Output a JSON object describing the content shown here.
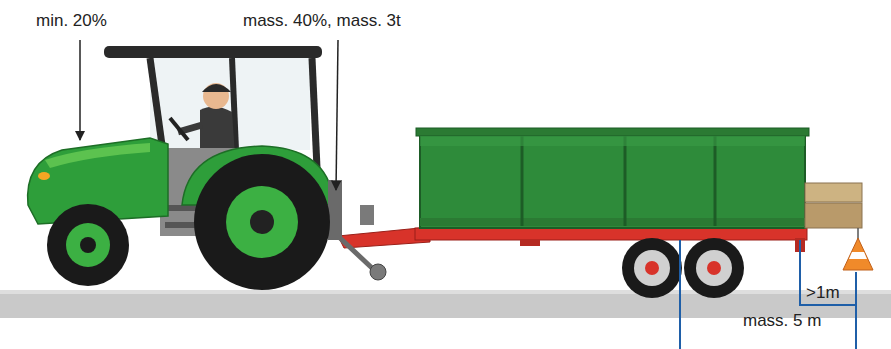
{
  "diagram": {
    "labels": [
      "min. 20%",
      "mass. 40%, mass. 3t",
      ">1m",
      "mass. 5 m"
    ]
  }
}
